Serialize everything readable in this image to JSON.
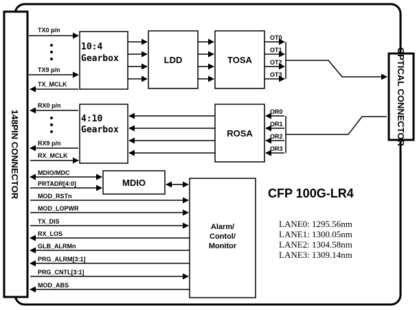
{
  "connector_148": "148PIN CONNECTOR",
  "optical_connector": "OPTICAL CONNECTOR",
  "tx_signals": {
    "top": "TX0 p/n",
    "bottom": "TX9 p/n",
    "clk": "TX_MCLK"
  },
  "rx_signals": {
    "top": "RX0 p/n",
    "bottom": "RX9 p/n",
    "clk": "RX_MCLK"
  },
  "tx_gearbox": {
    "ratio": "10:4",
    "name": "Gearbox"
  },
  "rx_gearbox": {
    "ratio": "4:10",
    "name": "Gearbox"
  },
  "ldd": "LDD",
  "tosa": "TOSA",
  "rosa": "ROSA",
  "mdio": "MDIO",
  "alarm": {
    "line1": "Alarm/",
    "line2": "Contol/",
    "line3": "Monitor"
  },
  "ot_labels": [
    "OT0",
    "OT1",
    "OT2",
    "OT3"
  ],
  "or_labels": [
    "OR0",
    "OR1",
    "OR2",
    "OR3"
  ],
  "control_signals": [
    "MDIO/MDC",
    "PRTADR[4:0]",
    "MOD_RSTn",
    "MOD_LOPWR",
    "TX_DIS",
    "RX_LOS",
    "GLB_ALRMn",
    "PRG_ALRM[3:1]",
    "PRG_CNTL[3:1]",
    "MOD_ABS"
  ],
  "product_title": "CFP 100G-LR4",
  "lanes": [
    "LANE0: 1295.56nm",
    "LANE1: 1300.05nm",
    "LANE2: 1304.58nm",
    "LANE3: 1309.14nm"
  ]
}
